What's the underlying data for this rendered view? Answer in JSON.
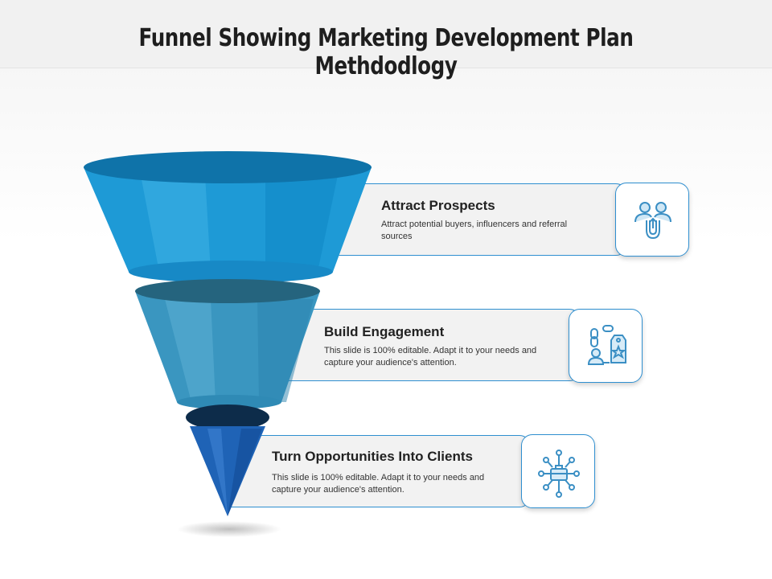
{
  "title": "Funnel Showing Marketing Development Plan Methdodlogy",
  "steps": [
    {
      "title": "Attract Prospects",
      "description": "Attract potential buyers, influencers and referral sources",
      "icon": "people-magnet-icon",
      "color": "#1e9ad6"
    },
    {
      "title": "Build Engagement",
      "description": "This slide is 100% editable. Adapt it to your needs and capture your audience's attention.",
      "icon": "chain-person-tag-icon",
      "color": "#3a96c0"
    },
    {
      "title": "Turn Opportunities Into Clients",
      "description": "This slide is 100% editable. Adapt it to your needs and capture your audience's attention.",
      "icon": "briefcase-network-icon",
      "color": "#1f63b6"
    }
  ],
  "colors": {
    "accent_border": "#2f8fd0",
    "icon_stroke": "#3b8fc4",
    "panel_bg": "#f2f2f2"
  }
}
